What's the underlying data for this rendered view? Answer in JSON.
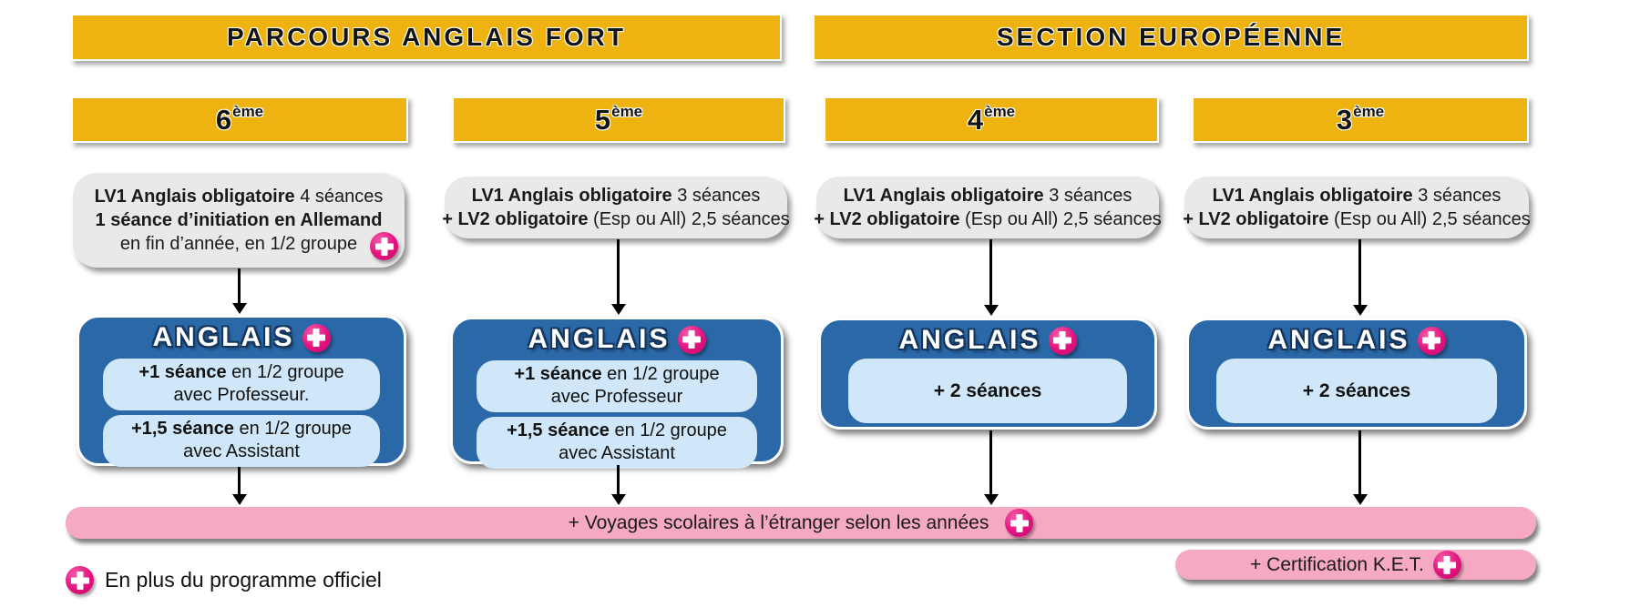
{
  "palette": {
    "yellow": "#EEB211",
    "blue": "#2B68A8",
    "light_blue": "#CFE7F8",
    "pink": "#F5A9C4",
    "magenta": "#E3127E",
    "grey_box": "#E9E9E9"
  },
  "section_headers": [
    {
      "label": "PARCOURS ANGLAIS FORT"
    },
    {
      "label": "SECTION EUROPÉENNE"
    }
  ],
  "columns": [
    {
      "grade": {
        "number": "6",
        "suffix": "ème"
      },
      "info": {
        "line1_bold": "LV1 Anglais obligatoire",
        "line1_rest": " 4 séances",
        "line2_bold": "1 séance d’initiation en Allemand",
        "line3": "en fin d’année, en 1/2 groupe"
      },
      "anglais": {
        "title": "ANGLAIS",
        "items": [
          {
            "bold": "+1 séance",
            "rest": " en 1/2 groupe",
            "line2": "avec Professeur."
          },
          {
            "bold": "+1,5 séance",
            "rest": " en 1/2 groupe",
            "line2": "avec Assistant"
          }
        ]
      }
    },
    {
      "grade": {
        "number": "5",
        "suffix": "ème"
      },
      "info": {
        "line1_bold": "LV1 Anglais obligatoire",
        "line1_rest": " 3 séances",
        "line2_bold": "+ LV2 obligatoire",
        "line2_rest": " (Esp ou All) 2,5 séances"
      },
      "anglais": {
        "title": "ANGLAIS",
        "items": [
          {
            "bold": "+1 séance",
            "rest": " en 1/2 groupe",
            "line2": "avec Professeur"
          },
          {
            "bold": "+1,5 séance",
            "rest": " en 1/2 groupe",
            "line2": "avec Assistant"
          }
        ]
      }
    },
    {
      "grade": {
        "number": "4",
        "suffix": "ème"
      },
      "info": {
        "line1_bold": "LV1 Anglais obligatoire",
        "line1_rest": " 3 séances",
        "line2_bold": "+ LV2 obligatoire",
        "line2_rest": " (Esp ou All) 2,5 séances"
      },
      "anglais": {
        "title": "ANGLAIS",
        "items": [
          {
            "bold": "+ 2 séances"
          }
        ]
      }
    },
    {
      "grade": {
        "number": "3",
        "suffix": "ème"
      },
      "info": {
        "line1_bold": "LV1 Anglais obligatoire",
        "line1_rest": " 3 séances",
        "line2_bold": "+ LV2 obligatoire",
        "line2_rest": " (Esp ou All) 2,5 séances"
      },
      "anglais": {
        "title": "ANGLAIS",
        "items": [
          {
            "bold": "+ 2 séances"
          }
        ]
      }
    }
  ],
  "voyages_bar": {
    "label": "+ Voyages scolaires à l’étranger selon les années"
  },
  "ket_bar": {
    "label": "+ Certification K.E.T."
  },
  "legend": {
    "label": "En plus du programme officiel"
  }
}
